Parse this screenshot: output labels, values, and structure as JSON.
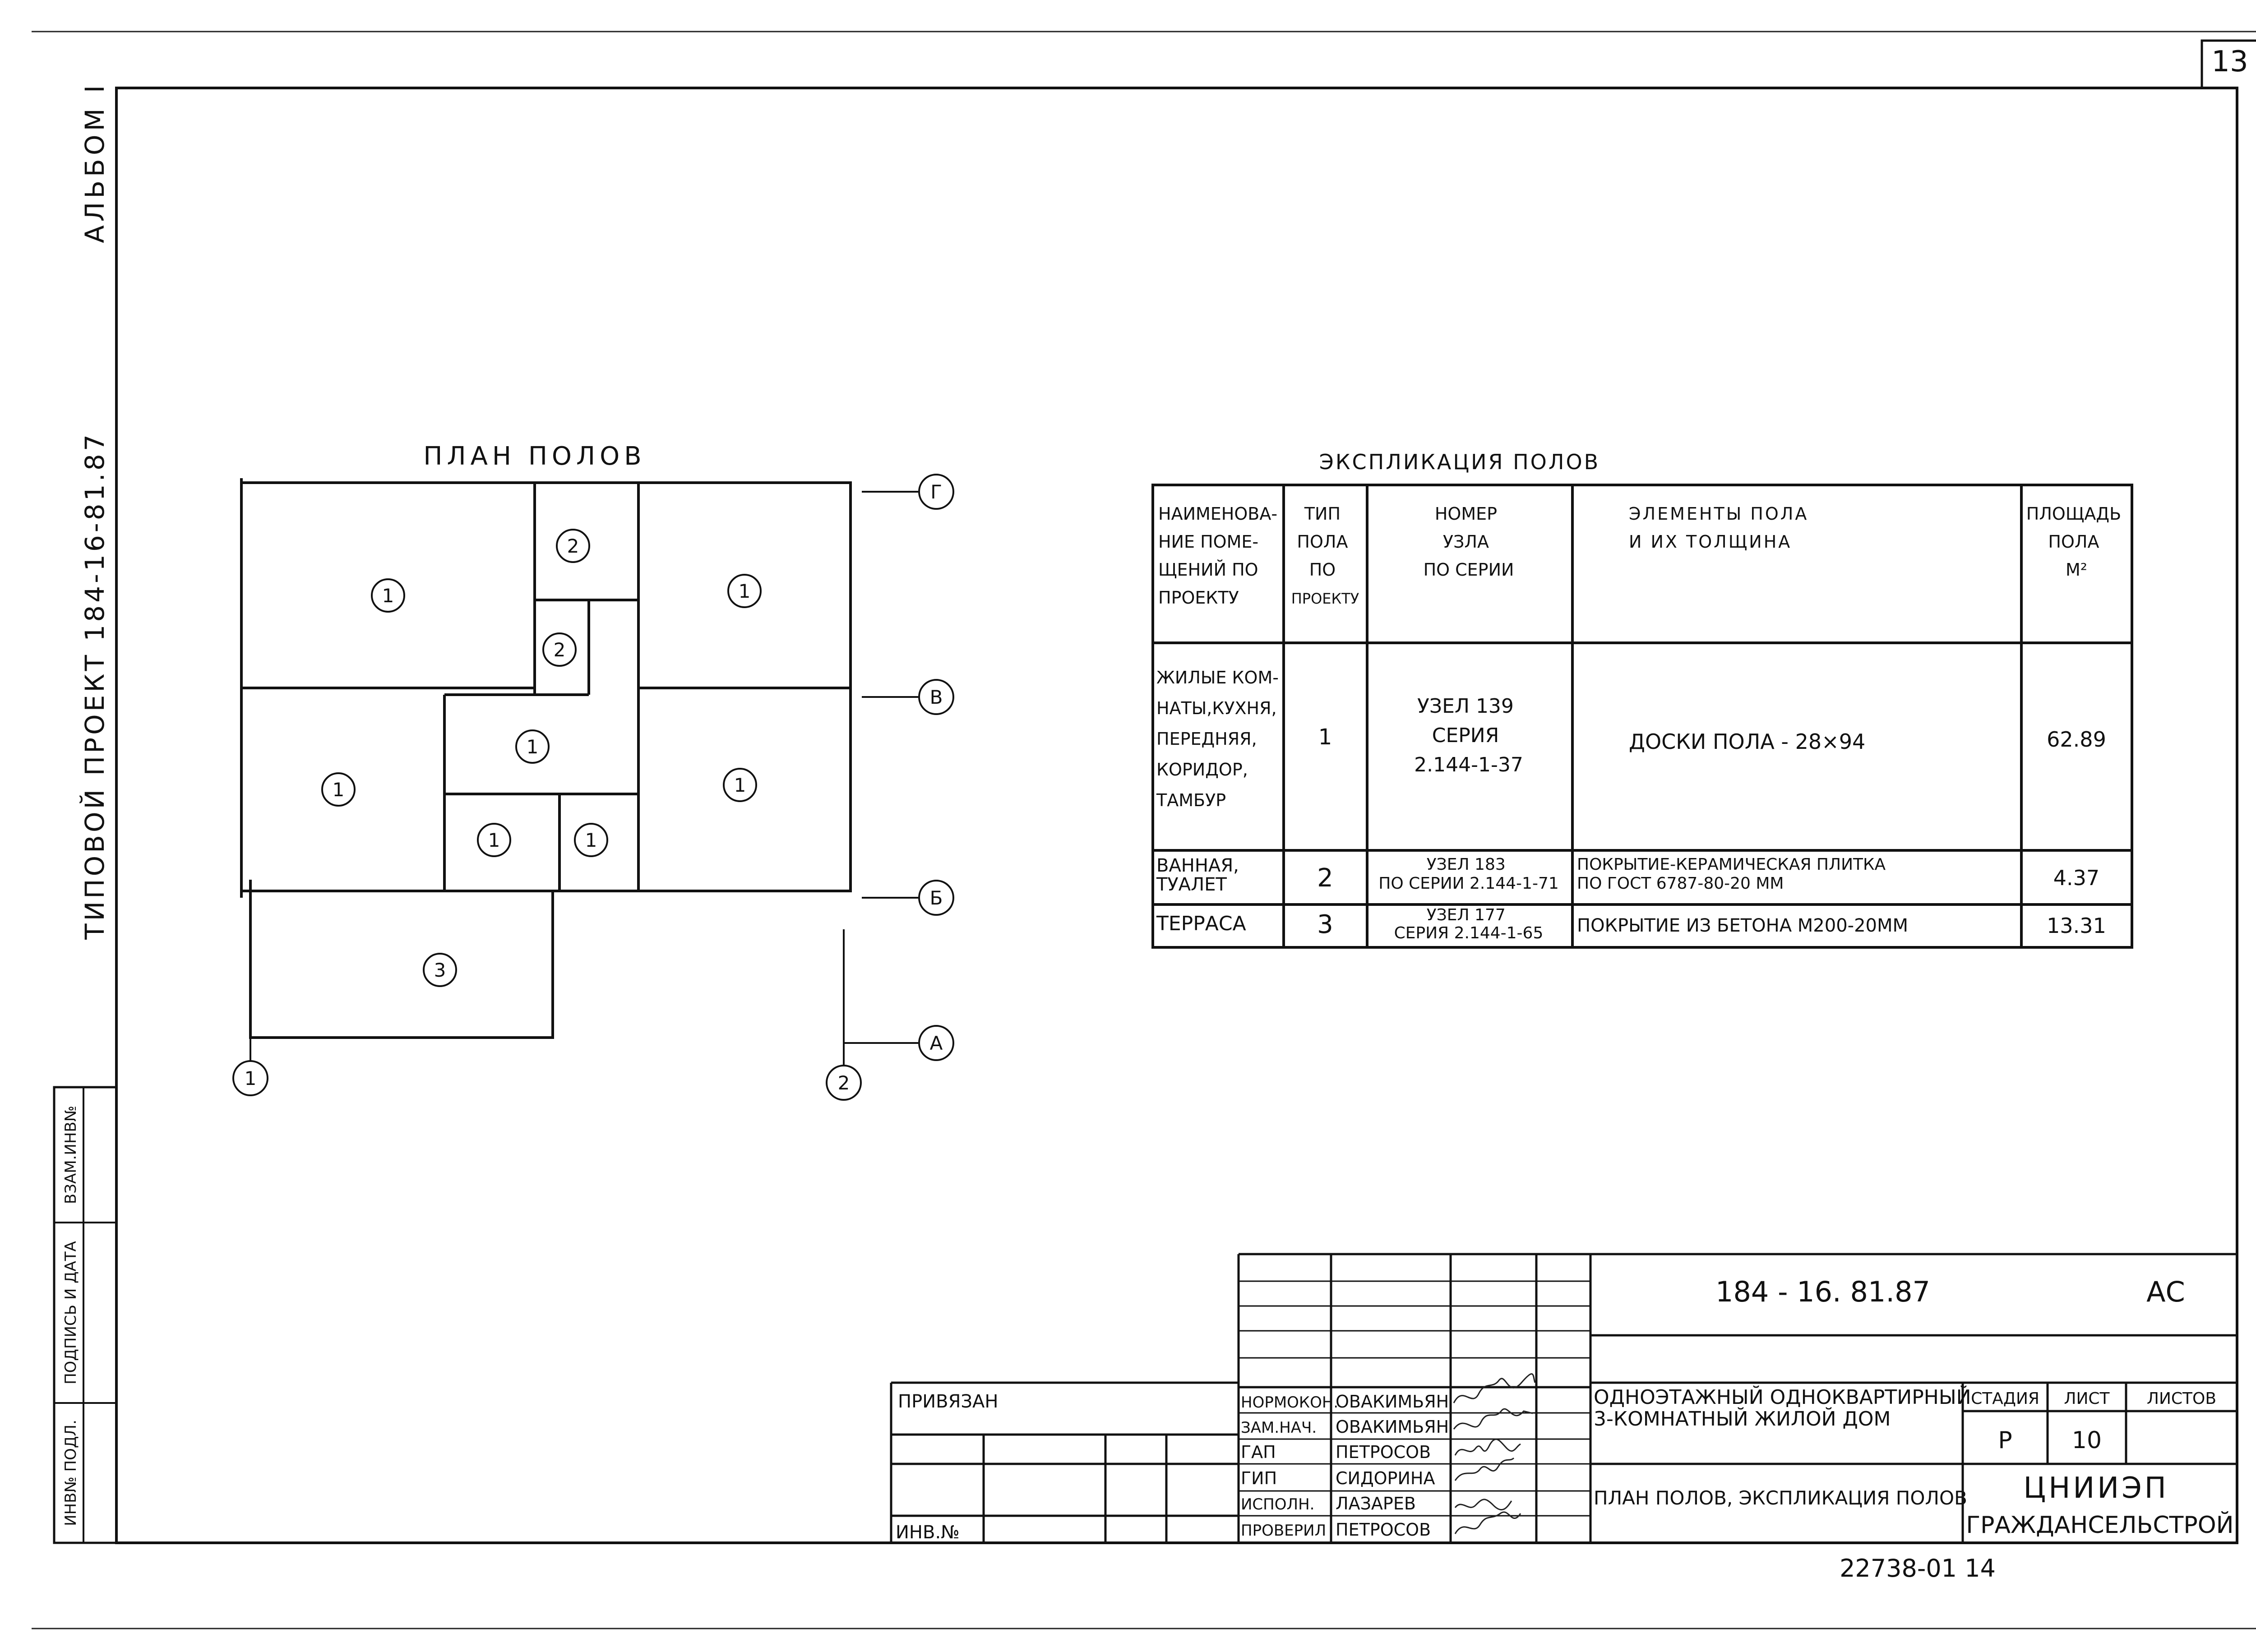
{
  "page_number": "13",
  "side_strip": {
    "album": "АЛЬБОМ I",
    "project": "ТИПОВОЙ ПРОЕКТ 184-16-81.87",
    "stamp_cells": [
      "ВЗАМ.ИНВ№",
      "ПОДПИСЬ И ДАТА",
      "ИНВ№ ПОДЛ."
    ]
  },
  "plan": {
    "title": "ПЛАН ПОЛОВ",
    "room_types": [
      "1",
      "2",
      "2",
      "1",
      "1",
      "1",
      "1",
      "1",
      "1",
      "3"
    ],
    "axes": {
      "letters": [
        "Г",
        "В",
        "Б",
        "А"
      ],
      "numbers": [
        "1",
        "2"
      ]
    }
  },
  "explication": {
    "title": "ЭКСПЛИКАЦИЯ ПОЛОВ",
    "headers": [
      [
        "НАИМЕНОВА-",
        "НИЕ ПОМЕ-",
        "ЩЕНИЙ ПО",
        "ПРОЕКТУ"
      ],
      [
        "ТИП",
        "ПОЛА",
        "ПО",
        "ПРОЕКТУ"
      ],
      [
        "НОМЕР",
        "УЗЛА",
        "ПО СЕРИИ"
      ],
      [
        "ЭЛЕМЕНТЫ ПОЛА",
        "И ИХ ТОЛЩИНА"
      ],
      [
        "ПЛОЩАДЬ",
        "ПОЛА",
        "М²"
      ]
    ],
    "rows": [
      {
        "name": [
          "ЖИЛЫЕ КОМ-",
          "НАТЫ,КУХНЯ,",
          "ПЕРЕДНЯЯ,",
          "КОРИДОР,",
          "ТАМБУР"
        ],
        "type": "1",
        "node": [
          "УЗЕЛ 139",
          "СЕРИЯ",
          "2.144-1-37"
        ],
        "elements": [
          "ДОСКИ ПОЛА - 28×94"
        ],
        "area": "62.89"
      },
      {
        "name": [
          "ВАННАЯ,",
          "ТУАЛЕТ"
        ],
        "type": "2",
        "node": [
          "УЗЕЛ 183",
          "ПО СЕРИИ 2.144-1-71"
        ],
        "elements": [
          "ПОКРЫТИЕ-КЕРАМИЧЕСКАЯ ПЛИТКА",
          "ПО ГОСТ 6787-80-20 ММ"
        ],
        "area": "4.37"
      },
      {
        "name": [
          "ТЕРРАСА"
        ],
        "type": "3",
        "node": [
          "УЗЕЛ 177",
          "СЕРИЯ 2.144-1-65"
        ],
        "elements": [
          "ПОКРЫТИЕ ИЗ БЕТОНА М200-20ММ"
        ],
        "area": "13.31"
      }
    ]
  },
  "title_block": {
    "doc_code": "184 - 16. 81.87",
    "mark": "АС",
    "bound_label": "ПРИВЯЗАН",
    "inv_label": "ИНВ.№",
    "staff": [
      {
        "role": "НОРМОКОН.",
        "name": "ОВАКИМЬЯН"
      },
      {
        "role": "ЗАМ.НАЧ.",
        "name": "ОВАКИМЬЯН"
      },
      {
        "role": "ГАП",
        "name": "ПЕТРОСОВ"
      },
      {
        "role": "ГИП",
        "name": "СИДОРИНА"
      },
      {
        "role": "ИСПОЛН.",
        "name": "ЛАЗАРЕВ"
      },
      {
        "role": "ПРОВЕРИЛ",
        "name": "ПЕТРОСОВ"
      }
    ],
    "building": [
      "ОДНОЭТАЖНЫЙ ОДНОКВАРТИРНЫЙ",
      "3-КОМНАТНЫЙ ЖИЛОЙ ДОМ"
    ],
    "sheet_title": "ПЛАН ПОЛОВ, ЭКСПЛИКАЦИЯ ПОЛОВ",
    "stage_header": "СТАДИЯ",
    "sheet_header": "ЛИСТ",
    "sheets_header": "ЛИСТОВ",
    "stage": "Р",
    "sheet_no": "10",
    "org": [
      "ЦНИИЭП",
      "ГРАЖДАНСЕЛЬСТРОЙ"
    ]
  },
  "archive_number": "22738-01 14"
}
